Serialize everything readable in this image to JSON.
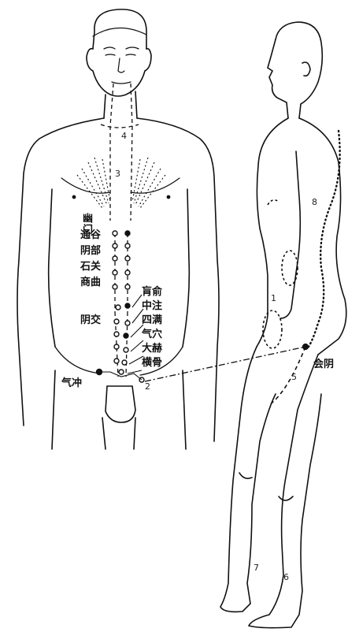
{
  "diagram": {
    "left_column_labels": [
      "幽门",
      "通谷",
      "阴部",
      "石关",
      "商曲"
    ],
    "right_column_labels": [
      "肓俞",
      "中注",
      "四满",
      "气穴",
      "大赫",
      "横骨"
    ],
    "label_yinjiao": "阴交",
    "label_qichong": "气冲",
    "label_huiyin": "会阴",
    "channel_numbers": [
      "1",
      "2",
      "3",
      "4",
      "5",
      "6",
      "7",
      "8"
    ]
  }
}
